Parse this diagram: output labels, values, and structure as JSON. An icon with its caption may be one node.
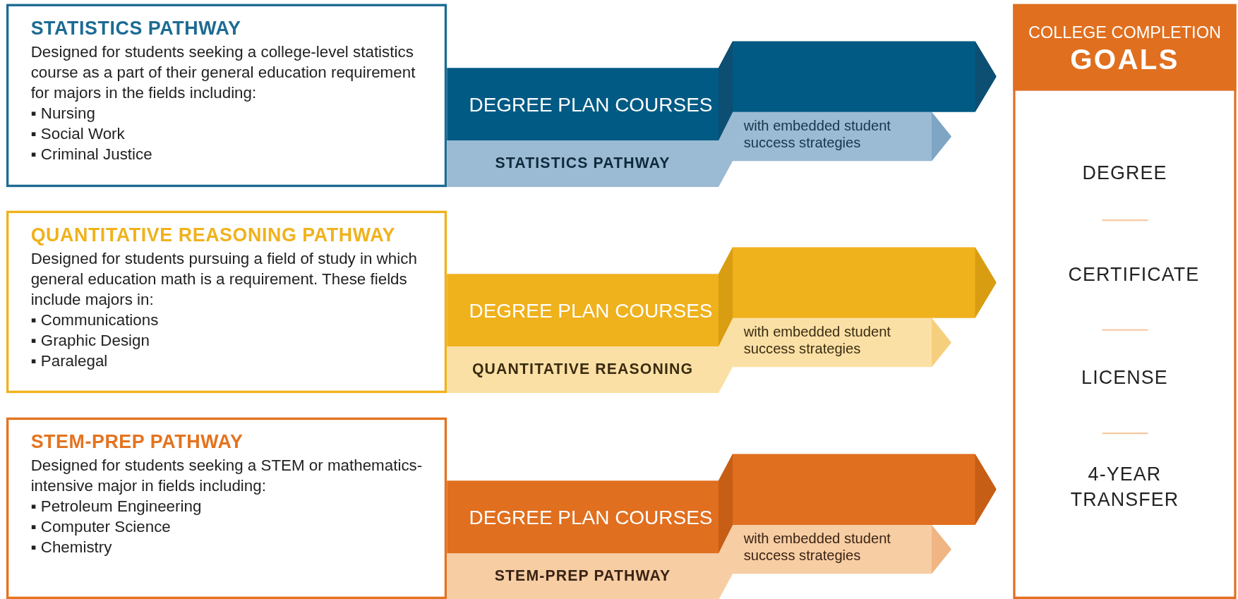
{
  "diagram": {
    "nodes": [
      {
        "text": [
          "STATISTICS PATHWAY",
          "Designed for students seeking a college-level statistics course as a part of their general education requirement for majors in the fields including:",
          "▪ Nursing",
          "▪ Social Work",
          "▪ Criminal Justice"
        ]
      },
      {
        "text": [
          "DEGREE PLAN COURSES",
          "STATISTICS PATHWAY",
          "with embedded student success strategies"
        ]
      },
      {
        "text": [
          "QUANTITATIVE REASONING PATHWAY",
          "Designed for students pursuing a field of study in which general education math is a requirement. These fields include majors in:",
          "▪ Communications",
          "▪ Graphic Design",
          "▪ Paralegal"
        ]
      },
      {
        "text": [
          "DEGREE PLAN COURSES",
          "QUANTITATIVE REASONING",
          "with embedded student success strategies"
        ]
      },
      {
        "text": [
          "STEM-PREP PATHWAY",
          "Designed for students seeking a STEM or mathematics-intensive major in fields including:",
          "▪ Petroleum Engineering",
          "▪ Computer Science",
          "▪ Chemistry"
        ]
      },
      {
        "text": [
          "DEGREE PLAN COURSES",
          "STEM-PREP PATHWAY",
          "with embedded student success strategies"
        ]
      },
      {
        "text": [
          "COLLEGE COMPLETION",
          "GOALS",
          "DEGREE",
          "CERTIFICATE",
          "LICENSE",
          "4-YEAR TRANSFER"
        ]
      }
    ],
    "edges": []
  }
}
